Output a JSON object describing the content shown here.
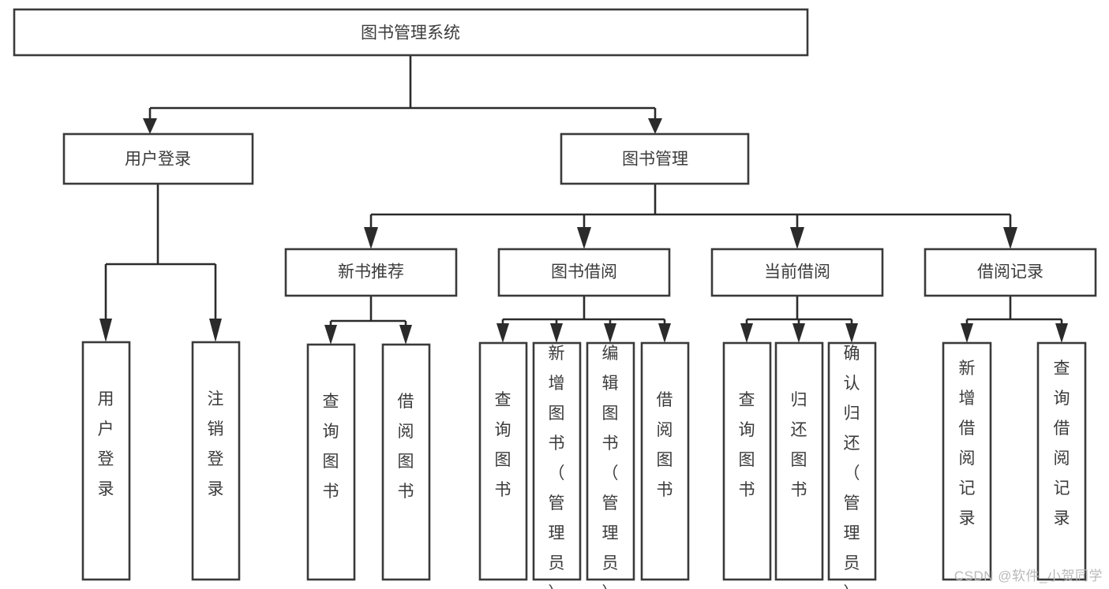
{
  "diagram": {
    "type": "tree-hierarchy-chart",
    "title": "图书管理系统",
    "watermark": "CSDN @软件_小贺同学",
    "colors": {
      "background": "#ffffff",
      "box_stroke": "#3a3a3a",
      "connector": "#2b2b2b",
      "text": "#3b3b3b",
      "watermark": "#b9b9b9"
    },
    "levels": {
      "root": {
        "label": "图书管理系统",
        "orientation": "horizontal"
      },
      "level2": [
        {
          "label": "用户登录",
          "orientation": "horizontal"
        },
        {
          "label": "图书管理",
          "orientation": "horizontal"
        }
      ],
      "level3": [
        {
          "label": "新书推荐",
          "orientation": "horizontal",
          "parent": "图书管理"
        },
        {
          "label": "图书借阅",
          "orientation": "horizontal",
          "parent": "图书管理"
        },
        {
          "label": "当前借阅",
          "orientation": "horizontal",
          "parent": "图书管理"
        },
        {
          "label": "借阅记录",
          "orientation": "horizontal",
          "parent": "图书管理"
        }
      ],
      "leaves": [
        {
          "label": "用户登录",
          "orientation": "vertical",
          "parent": "用户登录"
        },
        {
          "label": "注销登录",
          "orientation": "vertical",
          "parent": "用户登录"
        },
        {
          "label": "查询图书",
          "orientation": "vertical",
          "parent": "新书推荐"
        },
        {
          "label": "借阅图书",
          "orientation": "vertical",
          "parent": "新书推荐"
        },
        {
          "label": "查询图书",
          "orientation": "vertical",
          "parent": "图书借阅"
        },
        {
          "label": "新增图书（管理员）",
          "orientation": "vertical",
          "parent": "图书借阅"
        },
        {
          "label": "编辑图书（管理员）",
          "orientation": "vertical",
          "parent": "图书借阅"
        },
        {
          "label": "借阅图书",
          "orientation": "vertical",
          "parent": "图书借阅"
        },
        {
          "label": "查询图书",
          "orientation": "vertical",
          "parent": "当前借阅"
        },
        {
          "label": "归还图书",
          "orientation": "vertical",
          "parent": "当前借阅"
        },
        {
          "label": "确认归还（管理员）",
          "orientation": "vertical",
          "parent": "当前借阅"
        },
        {
          "label": "新增借阅记录",
          "orientation": "vertical",
          "parent": "借阅记录"
        },
        {
          "label": "查询借阅记录",
          "orientation": "vertical",
          "parent": "借阅记录"
        }
      ]
    }
  }
}
